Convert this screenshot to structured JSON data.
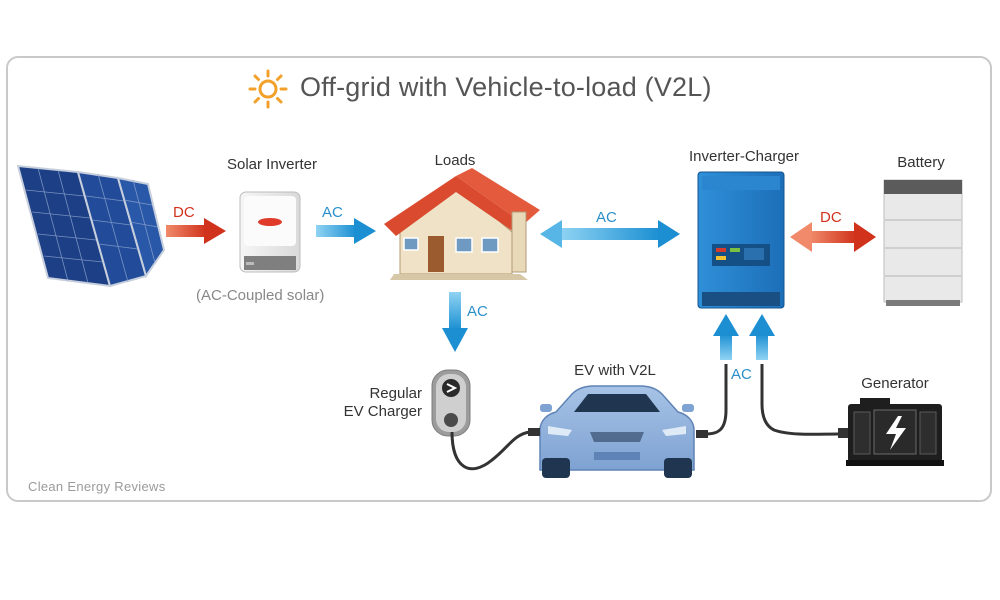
{
  "title": "Off-grid with Vehicle-to-load (V2L)",
  "components": {
    "solar_inverter": "Solar Inverter",
    "solar_inverter_note": "(AC-Coupled solar)",
    "loads": "Loads",
    "inverter_charger": "Inverter-Charger",
    "battery": "Battery",
    "ev_charger_line1": "Regular",
    "ev_charger_line2": "EV Charger",
    "ev": "EV with V2L",
    "generator": "Generator"
  },
  "flows": {
    "panel_to_inverter": "DC",
    "inverter_to_loads": "AC",
    "loads_to_inverter_charger": "AC",
    "inverter_charger_to_battery": "DC",
    "loads_to_ev_charger": "AC",
    "sources_to_inverter_charger": "AC"
  },
  "brand": "Clean Energy Reviews",
  "colors": {
    "dc_arrow": "#d0321c",
    "ac_arrow": "#2a8fc9",
    "sun": "#f2a02a"
  }
}
